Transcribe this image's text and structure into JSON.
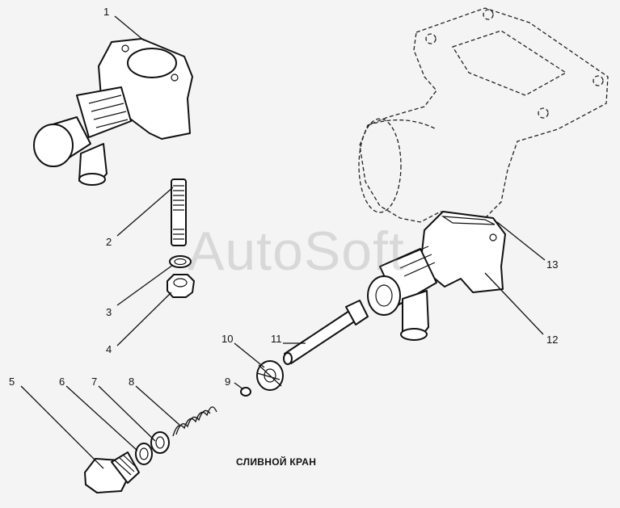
{
  "caption": "СЛИВНОЙ КРАН",
  "watermark": "AutoSoft",
  "callouts": [
    {
      "n": "1"
    },
    {
      "n": "2"
    },
    {
      "n": "3"
    },
    {
      "n": "4"
    },
    {
      "n": "5"
    },
    {
      "n": "6"
    },
    {
      "n": "7"
    },
    {
      "n": "8"
    },
    {
      "n": "9"
    },
    {
      "n": "10"
    },
    {
      "n": "11"
    },
    {
      "n": "12"
    },
    {
      "n": "13"
    }
  ]
}
